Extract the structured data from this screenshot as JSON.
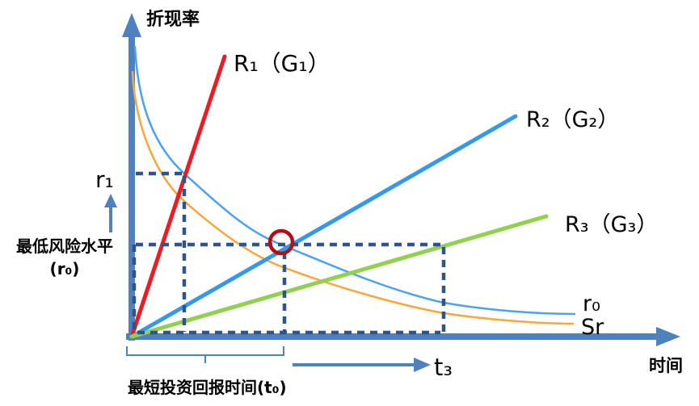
{
  "labels": {
    "y_axis": "折现率",
    "x_axis": "时间",
    "r1_line": "R₁（G₁）",
    "r2_line": "R₂（G₂）",
    "r3_line": "R₃（G₃）",
    "r1_level": "r₁",
    "min_risk_line1": "最低风险水平",
    "min_risk_line2": "(r₀)",
    "r0_curve": "r₀",
    "sr_curve": "Sr",
    "t3": "t₃",
    "payback_time": "最短投资回报时间(t₀)"
  },
  "colors": {
    "axis": "#4f81bd",
    "dash": "#2f5486",
    "r1_line": "#ed1c24",
    "r2_line": "#3498ec",
    "r3_line": "#92d050",
    "r0_curve": "#4da2f0",
    "sr_curve": "#faa63a",
    "circle": "#b01116",
    "brace": "#4f81bd",
    "text": "#000000"
  }
}
